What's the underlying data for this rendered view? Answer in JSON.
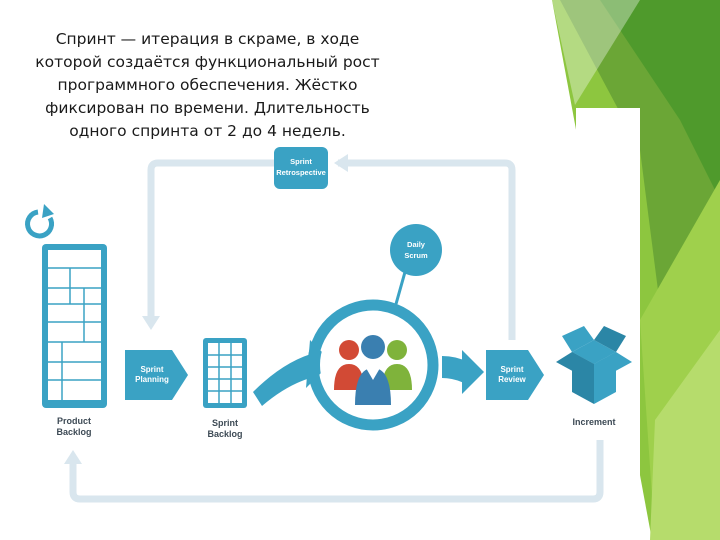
{
  "caption": {
    "line1": "Спринт — итерация в скраме, в ходе",
    "line2": "которой создаётся функциональный рост",
    "line3": "программного обеспечения. Жёстко",
    "line4": "фиксирован по времени. Длительность",
    "line5": "одного спринта от 2 до 4 недель."
  },
  "diagram": {
    "product_backlog": {
      "line1": "Product",
      "line2": "Backlog"
    },
    "sprint_planning": {
      "line1": "Sprint",
      "line2": "Planning"
    },
    "sprint_backlog": {
      "line1": "Sprint",
      "line2": "Backlog"
    },
    "sprint_retrospective": {
      "line1": "Sprint",
      "line2": "Retrospective"
    },
    "daily_scrum": {
      "line1": "Daily",
      "line2": "Scrum"
    },
    "sprint_review": {
      "line1": "Sprint",
      "line2": "Review"
    },
    "increment": {
      "label": "Increment"
    }
  },
  "colors": {
    "teal": "#3aa2c4",
    "teal_dark": "#2b86a6",
    "loop_gray": "#d9e6ee",
    "green_dark": "#4f9a2c",
    "green_light": "#8dc63f",
    "person_red": "#d24a35",
    "person_blue": "#3a7fb0",
    "person_green": "#7fb33b"
  },
  "icons": [
    "refresh-arrow-icon",
    "team-people-icon",
    "open-box-icon"
  ]
}
